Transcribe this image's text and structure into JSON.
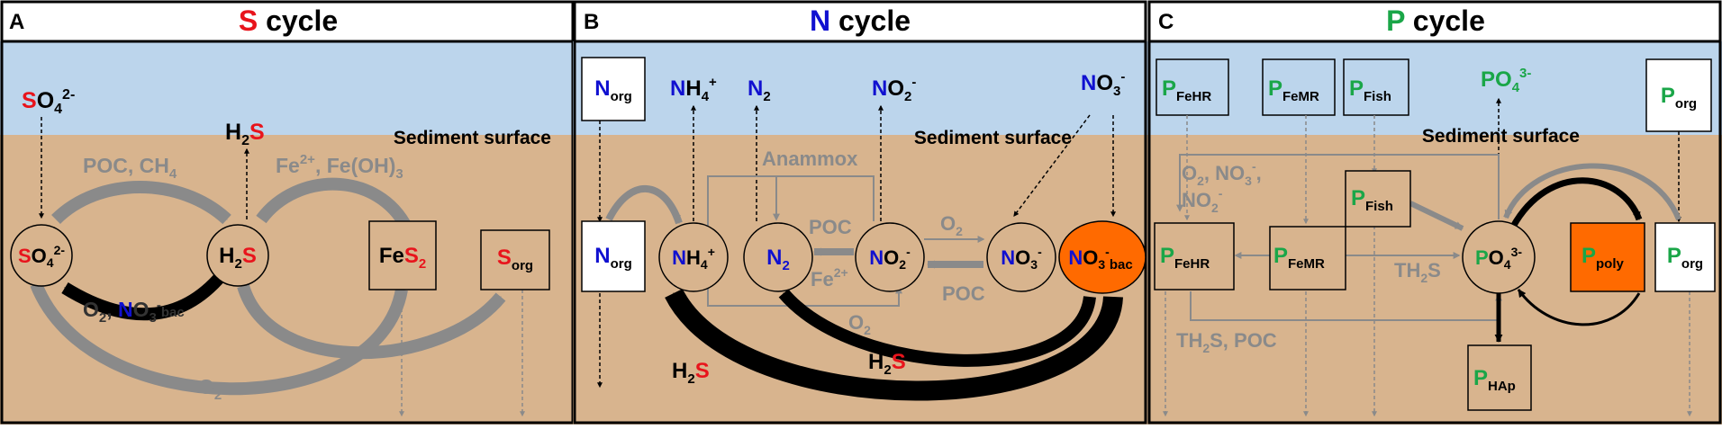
{
  "colors": {
    "water": "#bcd5ec",
    "sediment": "#d8b48e",
    "red": "#e8141c",
    "blue": "#1010d0",
    "green": "#1aa648",
    "gray": "#8a8a8a",
    "orange": "#ff6a00",
    "black": "#000000"
  },
  "panelA": {
    "letter": "A",
    "title_el": "S",
    "title_rest": " cycle",
    "surface": "Sediment surface",
    "so4_w": {
      "el": "S",
      "rest": "O",
      "sup": "2-",
      "sub": "4"
    },
    "h2s_w": {
      "pre": "H",
      "sub": "2",
      "el": "S"
    },
    "so4": {
      "el": "S",
      "rest": "O",
      "sub": "4",
      "sup": "2-"
    },
    "h2s": {
      "pre": "H",
      "sub": "2",
      "el": "S"
    },
    "fes2": {
      "pre": "Fe",
      "el": "S",
      "sub": "2"
    },
    "sorg": {
      "el": "S",
      "sub": "org"
    },
    "poc_ch4": {
      "a": "POC, CH",
      "sub": "4"
    },
    "fe_label": {
      "a": "Fe",
      "sup1": "2+",
      "b": ", Fe(OH)",
      "sub": "3"
    },
    "o2_no3": {
      "a": "O",
      "sub": "2",
      "b": ", ",
      "el": "N",
      "c": "O",
      "sub2": "3",
      "sup": "-",
      "sub3": "bac"
    },
    "o2_bottom": {
      "a": "O",
      "sub": "2"
    }
  },
  "panelB": {
    "letter": "B",
    "title_el": "N",
    "title_rest": " cycle",
    "surface": "Sediment surface",
    "norg_w": {
      "el": "N",
      "sub": "org"
    },
    "nh4_w": {
      "el": "N",
      "rest": "H",
      "sub": "4",
      "sup": "+"
    },
    "n2_w": {
      "el": "N",
      "sub": "2"
    },
    "no2_w": {
      "el": "N",
      "rest": "O",
      "sub": "2",
      "sup": "-"
    },
    "no3_w": {
      "el": "N",
      "rest": "O",
      "sub": "3",
      "sup": "-"
    },
    "norg": {
      "el": "N",
      "sub": "org"
    },
    "nh4": {
      "el": "N",
      "rest": "H",
      "sub": "4",
      "sup": "+"
    },
    "n2": {
      "el": "N",
      "sub": "2"
    },
    "no2": {
      "el": "N",
      "rest": "O",
      "sub": "2",
      "sup": "-"
    },
    "no3": {
      "el": "N",
      "rest": "O",
      "sub": "3",
      "sup": "-"
    },
    "no3bac": {
      "el": "N",
      "rest": "O",
      "sub": "3",
      "sup": "-",
      "sub2": "bac"
    },
    "anammox": "Anammox",
    "poc1": "POC",
    "fe2": {
      "a": "Fe",
      "sup": "2+"
    },
    "o2a": {
      "a": "O",
      "sub": "2"
    },
    "o2b": {
      "a": "O",
      "sub": "2"
    },
    "poc2": "POC",
    "h2s_a": {
      "pre": "H",
      "sub": "2",
      "el": "S"
    },
    "h2s_b": {
      "pre": "H",
      "sub": "2",
      "el": "S"
    }
  },
  "panelC": {
    "letter": "C",
    "title_el": "P",
    "title_rest": " cycle",
    "surface": "Sediment surface",
    "pfehr_w": {
      "el": "P",
      "sub": "FeHR"
    },
    "pfemr_w": {
      "el": "P",
      "sub": "FeMR"
    },
    "pfish_w": {
      "el": "P",
      "sub": "Fish"
    },
    "po4_w": {
      "el": "P",
      "rest": "O",
      "sub": "4",
      "sup": "3-"
    },
    "porg_w": {
      "el": "P",
      "sub": "org"
    },
    "pfish": {
      "el": "P",
      "sub": "Fish"
    },
    "pfehr": {
      "el": "P",
      "sub": "FeHR"
    },
    "pfemr": {
      "el": "P",
      "sub": "FeMR"
    },
    "po4": {
      "el": "P",
      "rest": "O",
      "sub": "4",
      "sup": "3-"
    },
    "ppoly": {
      "el": "P",
      "sub": "poly"
    },
    "porg": {
      "el": "P",
      "sub": "org"
    },
    "phap": {
      "el": "P",
      "sub": "HAp"
    },
    "oxid1": {
      "a": "O",
      "sub": "2",
      "b": ", NO",
      "sub2": "3",
      "sup": "-",
      "c": ","
    },
    "oxid2": {
      "a": "NO",
      "sub": "2",
      "sup": "-"
    },
    "th2s": {
      "a": "TH",
      "sub": "2",
      "b": "S"
    },
    "th2s_poc": {
      "a": "TH",
      "sub": "2",
      "b": "S, POC"
    }
  }
}
